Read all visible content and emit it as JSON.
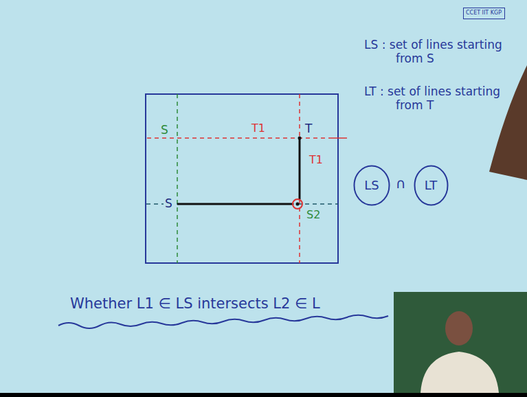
{
  "diagram": {
    "nodes": [
      {
        "text": [
          "CCET IIT KGP"
        ]
      },
      {
        "text": [
          "LS"
        ]
      },
      {
        "text": [
          "LT"
        ]
      }
    ],
    "labels": [
      "S",
      "T1",
      "T",
      "T1",
      "S",
      "S2",
      "LS : set of lines starting from S",
      "LT : set of lines starting from T",
      "∩",
      "Whether L1 ∈ LS intersects L2 ∈ L"
    ]
  }
}
